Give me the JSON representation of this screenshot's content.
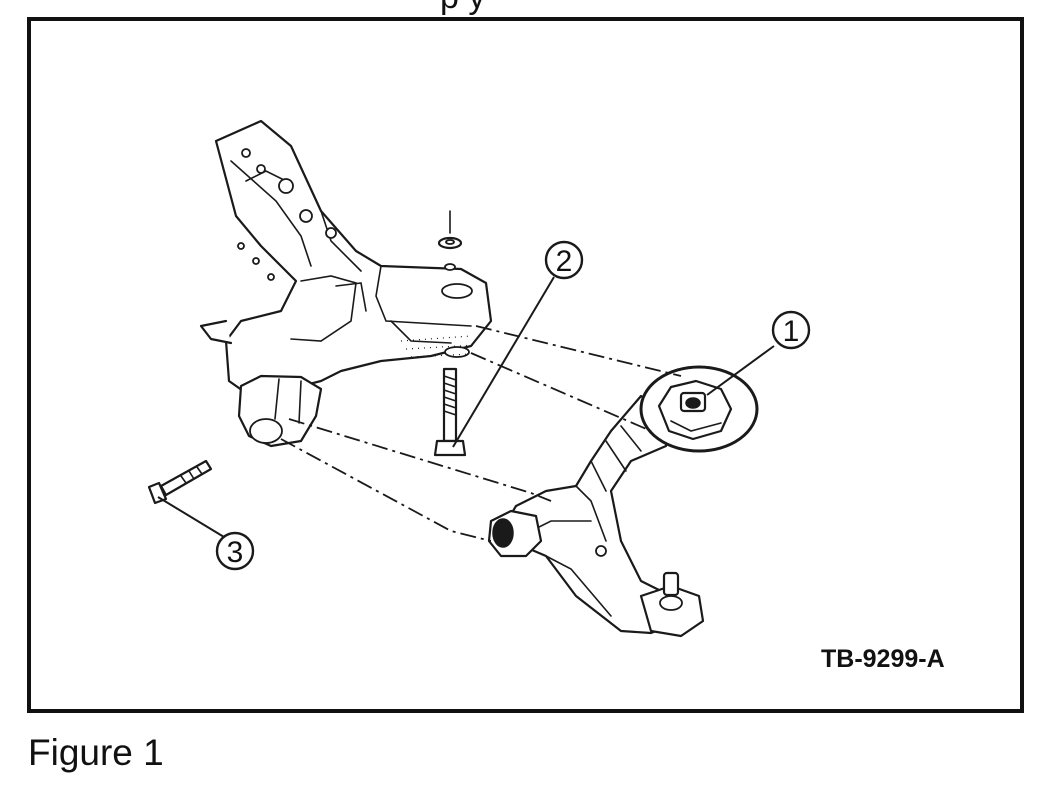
{
  "header_fragment": "p y",
  "callouts": [
    {
      "label": "1",
      "part": "bushing"
    },
    {
      "label": "2",
      "part": "bolt"
    },
    {
      "label": "3",
      "part": "bolt"
    }
  ],
  "reference_code": "TB-9299-A",
  "caption": "Figure 1"
}
